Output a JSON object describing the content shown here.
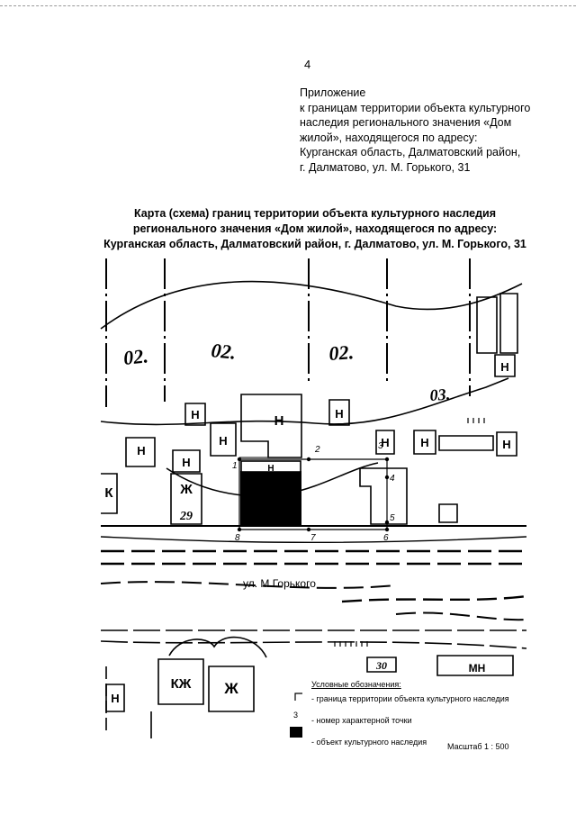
{
  "page_number": "4",
  "appendix": {
    "lines": [
      "Приложение",
      "к границам территории объекта культурного",
      "наследия регионального значения «Дом",
      "жилой», находящегося по адресу:",
      "Курганская область, Далматовский район,",
      "г. Далматово, ул. М. Горького, 31"
    ]
  },
  "title": {
    "lines": [
      "Карта (схема) границ территории объекта культурного наследия",
      "регионального значения «Дом жилой», находящегося по адресу:",
      "Курганская область, Далматовский район, г. Далматово, ул. М. Горького, 31"
    ]
  },
  "map": {
    "zone_labels": [
      "02.",
      "02.",
      "02.",
      "03."
    ],
    "building_labels": {
      "n": "Н",
      "zh": "Ж",
      "kzh": "КЖ",
      "mn": "МН",
      "k": "К"
    },
    "house_numbers": [
      "29",
      "30"
    ],
    "point_numbers": [
      "1",
      "2",
      "3",
      "4",
      "5",
      "6",
      "7",
      "8"
    ],
    "street_name": "ул. М.Горького"
  },
  "legend": {
    "title": "Условные обозначения:",
    "items": [
      {
        "symbol": "boundary-line",
        "text": "- граница территории объекта культурного наследия"
      },
      {
        "symbol": "3",
        "text": "- номер характерной точки"
      },
      {
        "symbol": "object-fill",
        "text": "- объект    культурного наследия"
      }
    ]
  },
  "scale": "Масштаб 1 : 500",
  "colors": {
    "ink": "#000000",
    "paper": "#ffffff",
    "object": "#000000"
  }
}
